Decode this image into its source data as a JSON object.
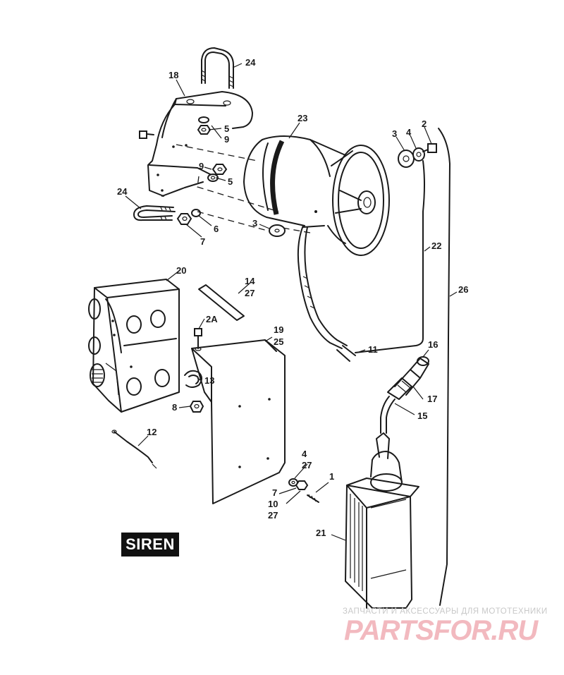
{
  "diagram": {
    "badge_label": "SIREN",
    "watermark": {
      "tagline": "ЗАПЧАСТИ И АКСЕССУАРЫ ДЛЯ МОТОТЕХНИКИ",
      "brand": "PARTSFOR.RU"
    },
    "callouts": {
      "c24a": "24",
      "c18": "18",
      "c5a": "5",
      "c9a": "9",
      "c23": "23",
      "c3a": "3",
      "c4a": "4",
      "c2": "2",
      "c9b": "9",
      "c5b": "5",
      "c24b": "24",
      "c6": "6",
      "c7a": "7",
      "c3b": "3",
      "c22": "22",
      "c26": "26",
      "c20": "20",
      "c14": "14",
      "c27a": "27",
      "c2A": "2A",
      "c19": "19",
      "c25": "25",
      "c11": "11",
      "c16": "16",
      "c13": "13",
      "c17": "17",
      "c8": "8",
      "c15": "15",
      "c12": "12",
      "c4b": "4",
      "c27b": "27",
      "c1": "1",
      "c7b": "7",
      "c10": "10",
      "c27c": "27",
      "c21": "21"
    }
  }
}
